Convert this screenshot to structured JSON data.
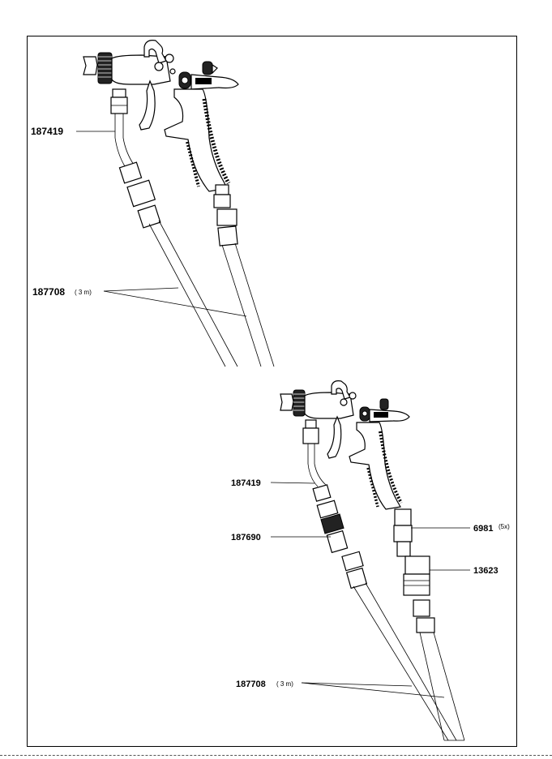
{
  "labels": {
    "top": {
      "part_187419": "187419",
      "part_187708": "187708",
      "length_187708": "( 3 m)"
    },
    "bottom": {
      "part_187419": "187419",
      "part_187690": "187690",
      "part_6981": "6981",
      "qty_6981": "(5x)",
      "part_13623": "13623",
      "part_187708": "187708",
      "length_187708": "( 3 m)"
    }
  }
}
